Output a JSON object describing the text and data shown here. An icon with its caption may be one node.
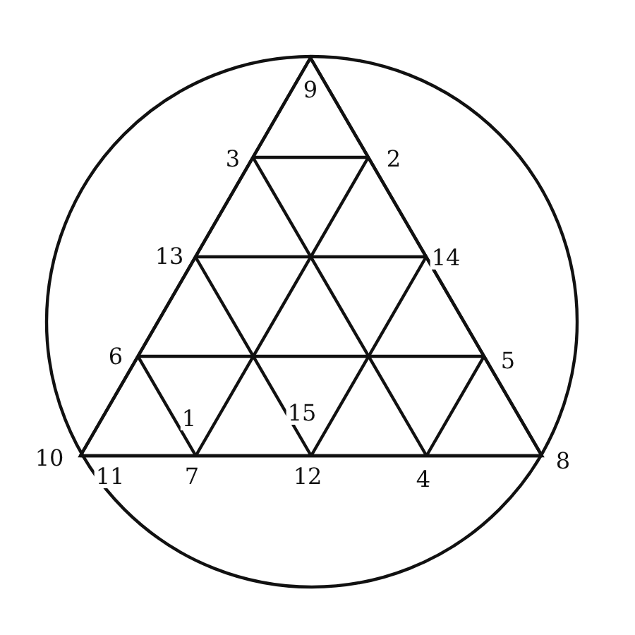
{
  "diagram": {
    "labels": [
      "9",
      "3",
      "2",
      "13",
      "14",
      "6",
      "5",
      "1",
      "15",
      "10",
      "8",
      "11",
      "7",
      "12",
      "4"
    ]
  }
}
